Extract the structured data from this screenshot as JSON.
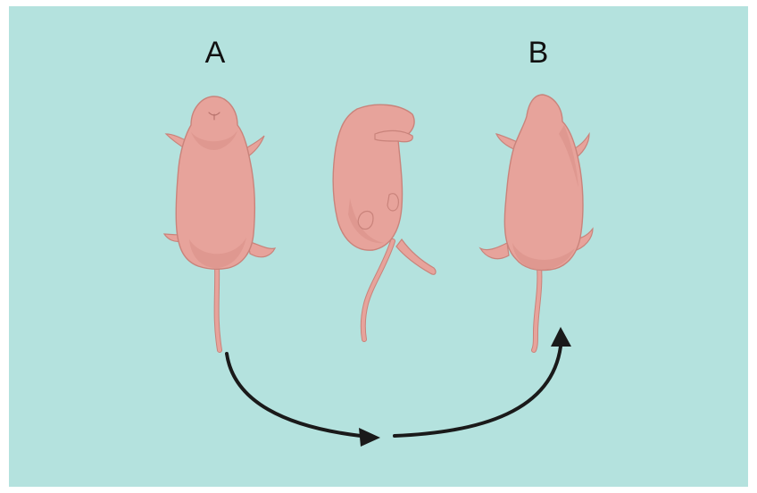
{
  "labels": {
    "a": "A",
    "b": "B"
  },
  "colors": {
    "background": "#b4e2de",
    "skin": "#e7a39b",
    "skin_edge": "#c9837b",
    "skin_shade": "#d98f87",
    "arrow": "#1a1a1a"
  },
  "figures": [
    {
      "name": "mouse-pup-supine",
      "icon": "mouse-pup-icon"
    },
    {
      "name": "mouse-pup-righting",
      "icon": "mouse-pup-icon"
    },
    {
      "name": "mouse-pup-prone",
      "icon": "mouse-pup-icon"
    }
  ]
}
